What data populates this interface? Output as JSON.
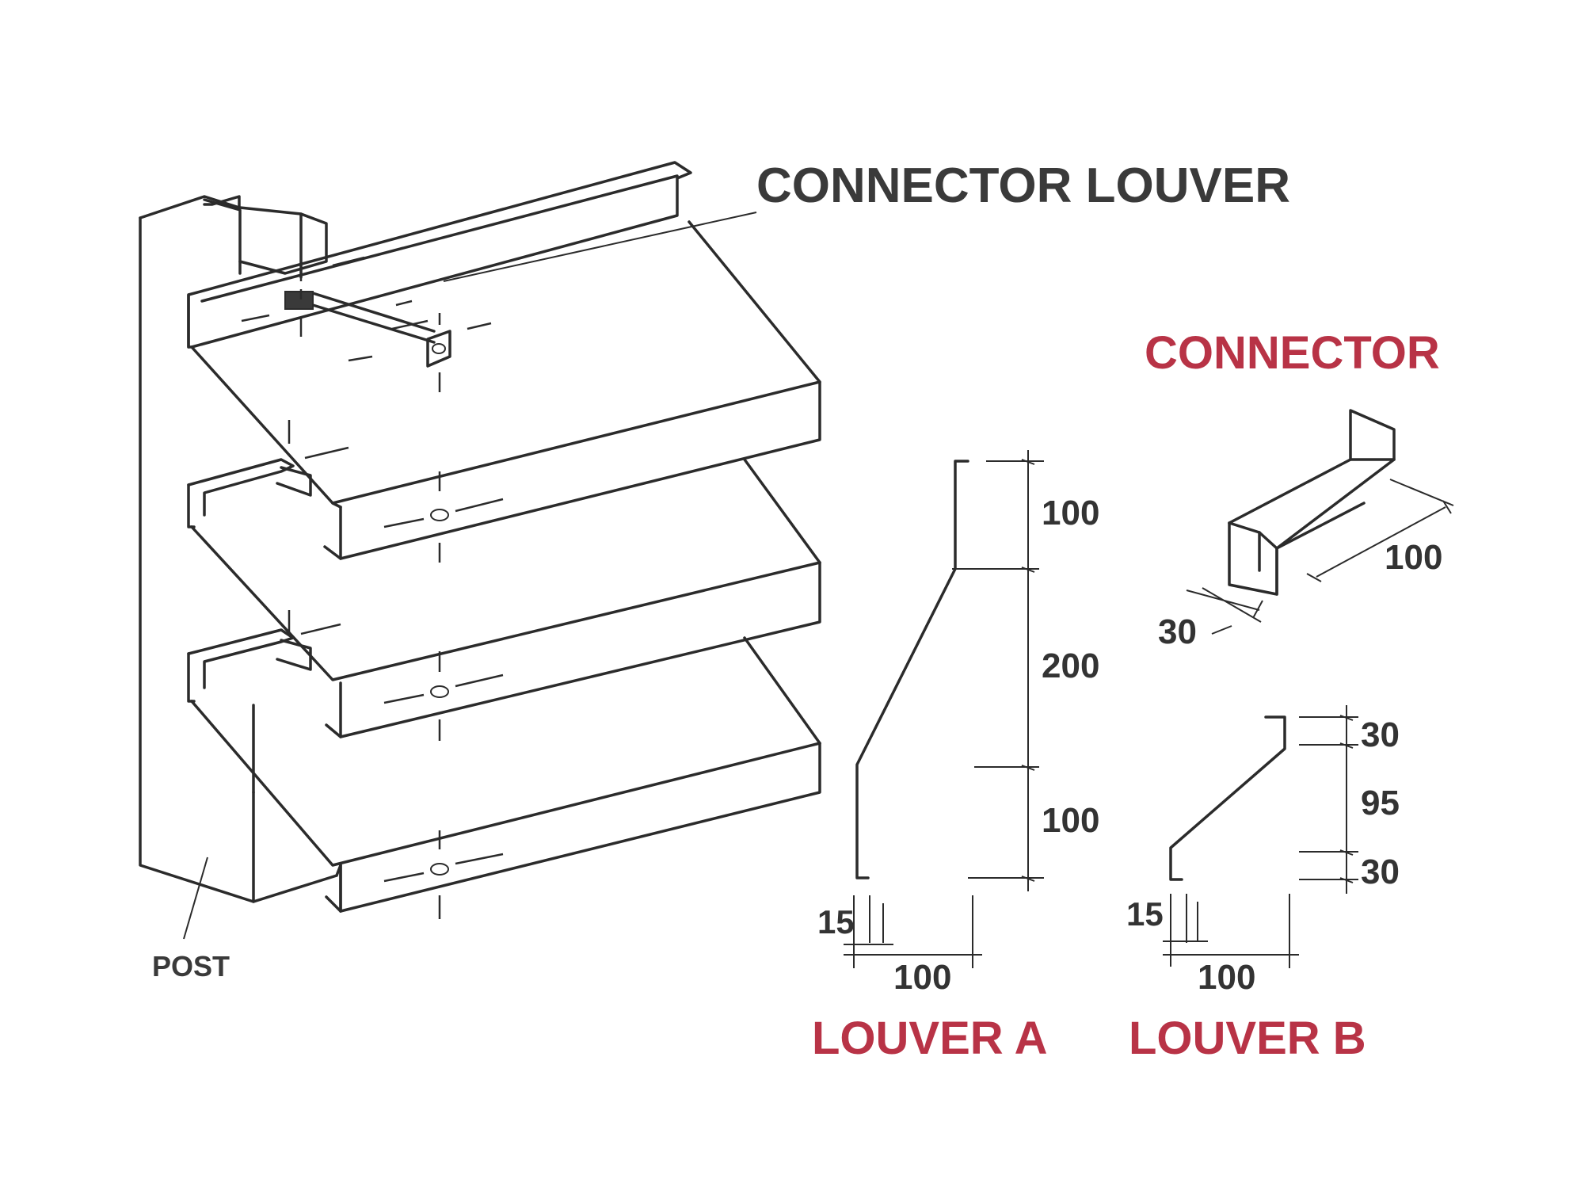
{
  "labels": {
    "connector_louver": "CONNECTOR LOUVER",
    "post": "POST",
    "connector": "CONNECTOR",
    "louver_a": "LOUVER A",
    "louver_b": "LOUVER B"
  },
  "louver_a_dims": {
    "top": "100",
    "middle": "200",
    "bottom": "100",
    "lip": "15",
    "width": "100"
  },
  "connector_dims": {
    "length": "100",
    "width": "30"
  },
  "louver_b_dims": {
    "top": "30",
    "middle": "95",
    "bottom": "30",
    "lip": "15",
    "width": "100"
  },
  "colors": {
    "line": "#2b2b2b",
    "heading_dark": "#3a3a3a",
    "heading_accent": "#b83346",
    "dimension_text": "#333333"
  }
}
